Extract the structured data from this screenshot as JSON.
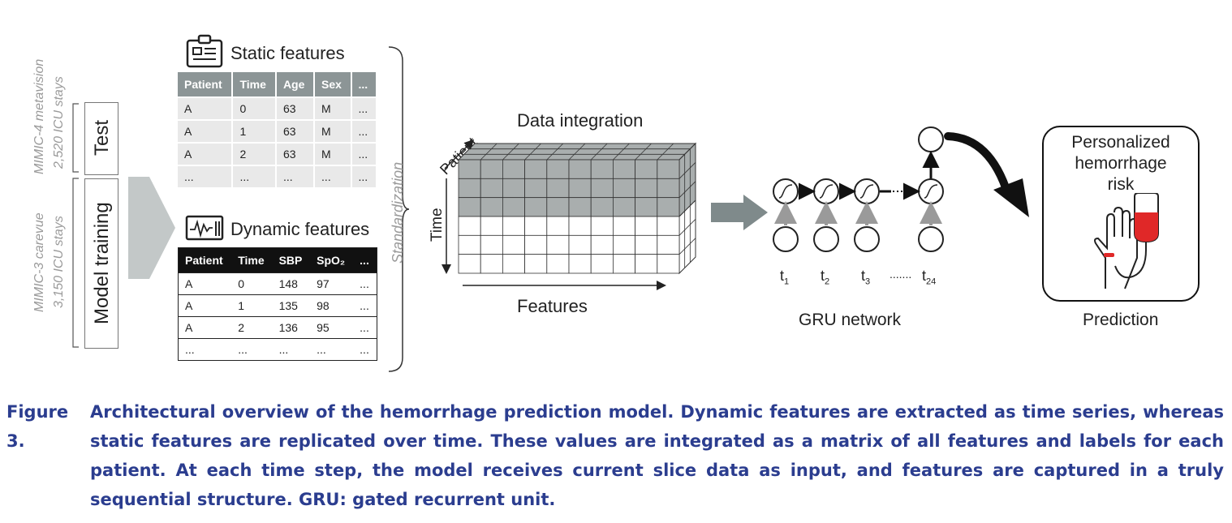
{
  "left_labels": {
    "test_dataset": "MIMIC-4 metavision",
    "test_stays": "2,520 ICU stays",
    "train_dataset": "MIMIC-3 carevue",
    "train_stays": "3,150 ICU stays",
    "test_box": "Test",
    "train_box": "Model training"
  },
  "static_table": {
    "title": "Static features",
    "headers": [
      "Patient",
      "Time",
      "Age",
      "Sex",
      "..."
    ],
    "rows": [
      [
        "A",
        "0",
        "63",
        "M",
        "..."
      ],
      [
        "A",
        "1",
        "63",
        "M",
        "..."
      ],
      [
        "A",
        "2",
        "63",
        "M",
        "..."
      ],
      [
        "...",
        "...",
        "...",
        "...",
        "..."
      ]
    ]
  },
  "dynamic_table": {
    "title": "Dynamic features",
    "headers": [
      "Patient",
      "Time",
      "SBP",
      "SpO₂",
      "..."
    ],
    "rows": [
      [
        "A",
        "0",
        "148",
        "97",
        "..."
      ],
      [
        "A",
        "1",
        "135",
        "98",
        "..."
      ],
      [
        "A",
        "2",
        "136",
        "95",
        "..."
      ],
      [
        "...",
        "...",
        "...",
        "...",
        "..."
      ]
    ]
  },
  "standardization": "Standardization",
  "cube": {
    "title": "Data integration",
    "patient_axis": "Patient",
    "time_axis": "Time",
    "features_axis": "Features"
  },
  "gru": {
    "label": "GRU network",
    "t1": "t",
    "t1_sub": "1",
    "t2": "t",
    "t2_sub": "2",
    "t3": "t",
    "t3_sub": "3",
    "dots": ".......",
    "t24": "t",
    "t24_sub": "24"
  },
  "prediction": {
    "box_line1": "Personalized",
    "box_line2": "hemorrhage",
    "box_line3": "risk",
    "label": "Prediction"
  },
  "caption": {
    "lead": "Figure 3.",
    "body": "Architectural overview of the hemorrhage prediction model. Dynamic features are extracted as time series, whereas static features are replicated over time. These values are integrated as a matrix of all features and labels for each patient. At each time step, the model receives current slice data as input, and features are captured in a truly sequential structure. GRU: gated recurrent unit."
  },
  "colors": {
    "caption_blue": "#2b3d8f",
    "gray_text": "#9a9a9a",
    "static_header": "#8c9596",
    "cube_gray": "#a9aeae",
    "red": "#e02828"
  }
}
